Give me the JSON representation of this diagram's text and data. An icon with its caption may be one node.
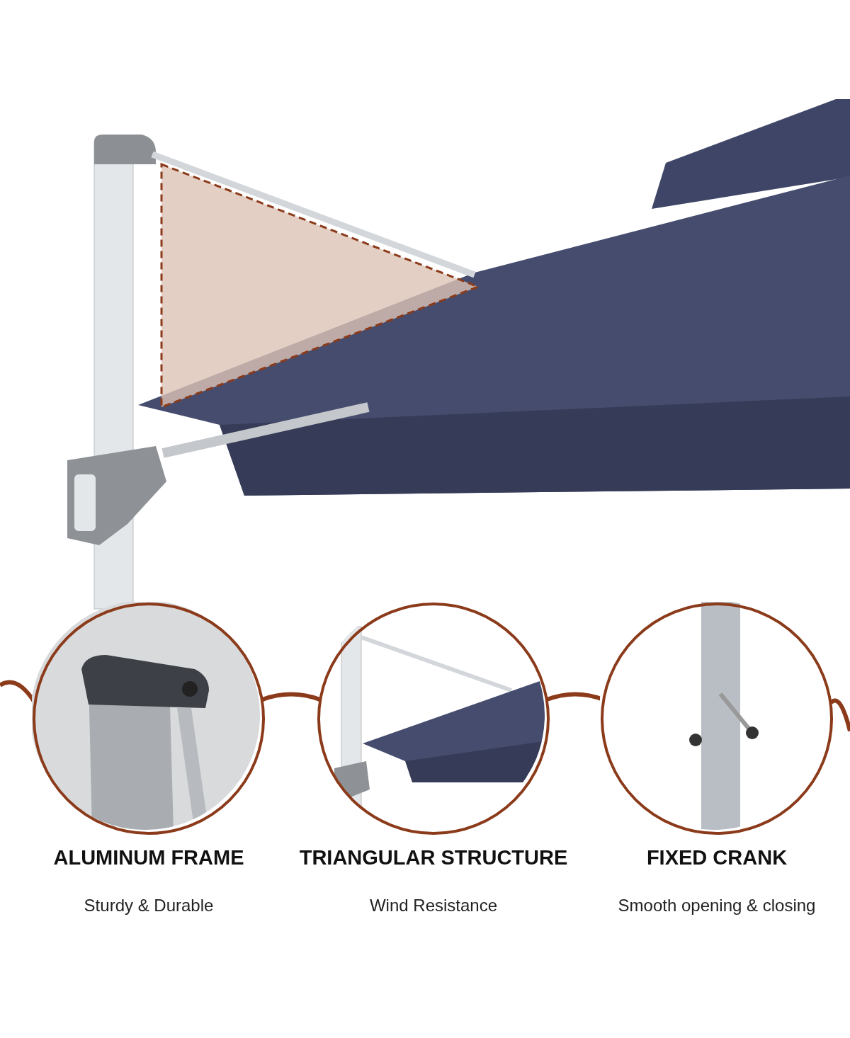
{
  "diagram": {
    "nodes": [
      {
        "text": [
          "ALUMINUM FRAME",
          "Sturdy & Durable"
        ]
      },
      {
        "text": [
          "TRIANGULAR STRUCTURE",
          "Wind Resistance"
        ]
      },
      {
        "text": [
          "FIXED CRANK",
          "Smooth opening & closing"
        ]
      }
    ],
    "edges": [
      {
        "from": null,
        "to": 0,
        "arrow": "none"
      },
      {
        "from": 0,
        "to": 1,
        "arrow": "none"
      },
      {
        "from": 1,
        "to": 2,
        "arrow": "none"
      },
      {
        "from": 2,
        "to": null,
        "arrow": "none"
      }
    ]
  }
}
